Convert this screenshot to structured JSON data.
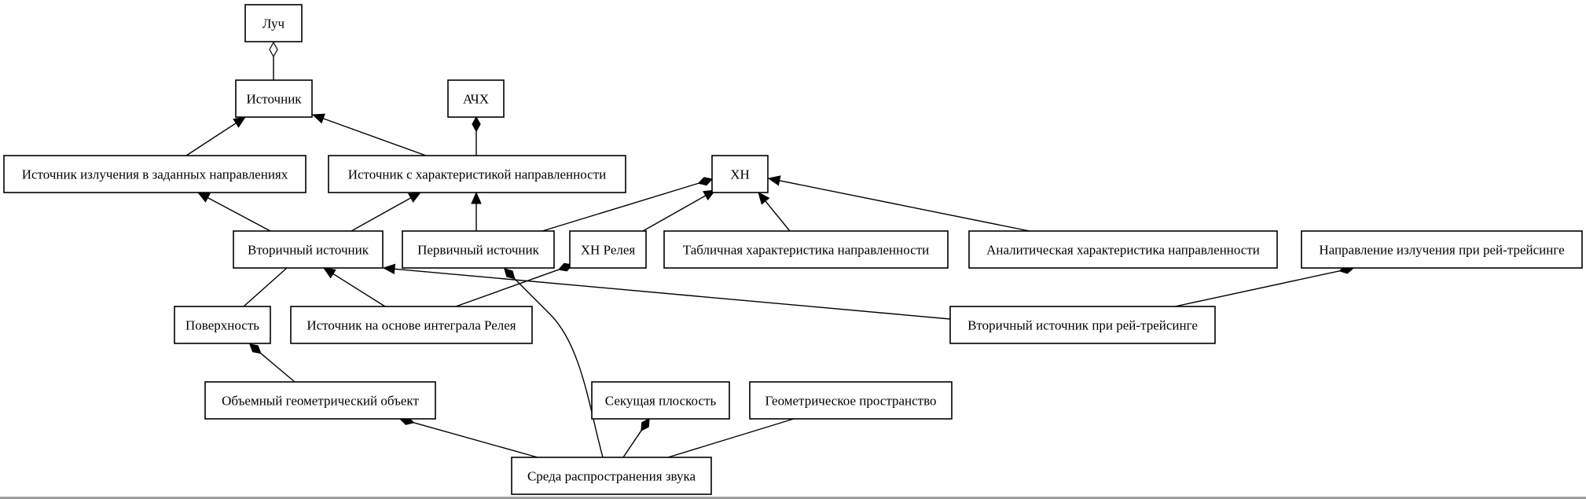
{
  "diagram": {
    "type": "uml-class-diagram",
    "nodes": [
      {
        "id": "luch",
        "label": "Луч"
      },
      {
        "id": "istochnik",
        "label": "Источник"
      },
      {
        "id": "ach",
        "label": "АЧХ"
      },
      {
        "id": "izl_zad",
        "label": "Источник излучения в заданных направлениях"
      },
      {
        "id": "s_har",
        "label": "Источник с характеристикой направленности"
      },
      {
        "id": "hn",
        "label": "ХН"
      },
      {
        "id": "vtor",
        "label": "Вторичный источник"
      },
      {
        "id": "perv",
        "label": "Первичный источник"
      },
      {
        "id": "hn_rel",
        "label": "ХН Релея"
      },
      {
        "id": "tabl",
        "label": "Табличная характеристика направленности"
      },
      {
        "id": "anal",
        "label": "Аналитическая характеристика направленности"
      },
      {
        "id": "napr_rt",
        "label": "Направление излучения при рей-трейсинге"
      },
      {
        "id": "pov",
        "label": "Поверхность"
      },
      {
        "id": "int_rel",
        "label": "Источник на основе интеграла Релея"
      },
      {
        "id": "vtor_rt",
        "label": "Вторичный источник при рей-трейсинге"
      },
      {
        "id": "obj",
        "label": "Объемный геометрический объект"
      },
      {
        "id": "sek",
        "label": "Секущая плоскость"
      },
      {
        "id": "geom",
        "label": "Геометрическое пространство"
      },
      {
        "id": "sreda",
        "label": "Среда распространения звука"
      }
    ],
    "edges": [
      {
        "from": "istochnik",
        "to": "luch",
        "kind": "aggregation"
      },
      {
        "from": "izl_zad",
        "to": "istochnik",
        "kind": "inheritance"
      },
      {
        "from": "s_har",
        "to": "istochnik",
        "kind": "inheritance"
      },
      {
        "from": "s_har",
        "to": "ach",
        "kind": "composition"
      },
      {
        "from": "vtor",
        "to": "izl_zad",
        "kind": "inheritance"
      },
      {
        "from": "vtor",
        "to": "s_har",
        "kind": "inheritance"
      },
      {
        "from": "perv",
        "to": "s_har",
        "kind": "inheritance"
      },
      {
        "from": "perv",
        "to": "hn",
        "kind": "composition"
      },
      {
        "from": "hn_rel",
        "to": "hn",
        "kind": "inheritance"
      },
      {
        "from": "tabl",
        "to": "hn",
        "kind": "inheritance"
      },
      {
        "from": "anal",
        "to": "hn",
        "kind": "inheritance"
      },
      {
        "from": "pov",
        "to": "vtor",
        "kind": "association"
      },
      {
        "from": "int_rel",
        "to": "vtor",
        "kind": "inheritance"
      },
      {
        "from": "int_rel",
        "to": "hn_rel",
        "kind": "composition"
      },
      {
        "from": "vtor_rt",
        "to": "vtor",
        "kind": "inheritance"
      },
      {
        "from": "vtor_rt",
        "to": "napr_rt",
        "kind": "composition"
      },
      {
        "from": "obj",
        "to": "pov",
        "kind": "composition"
      },
      {
        "from": "sreda",
        "to": "obj",
        "kind": "composition"
      },
      {
        "from": "sreda",
        "to": "perv",
        "kind": "composition"
      },
      {
        "from": "sreda",
        "to": "sek",
        "kind": "composition"
      },
      {
        "from": "sreda",
        "to": "geom",
        "kind": "association"
      }
    ]
  }
}
